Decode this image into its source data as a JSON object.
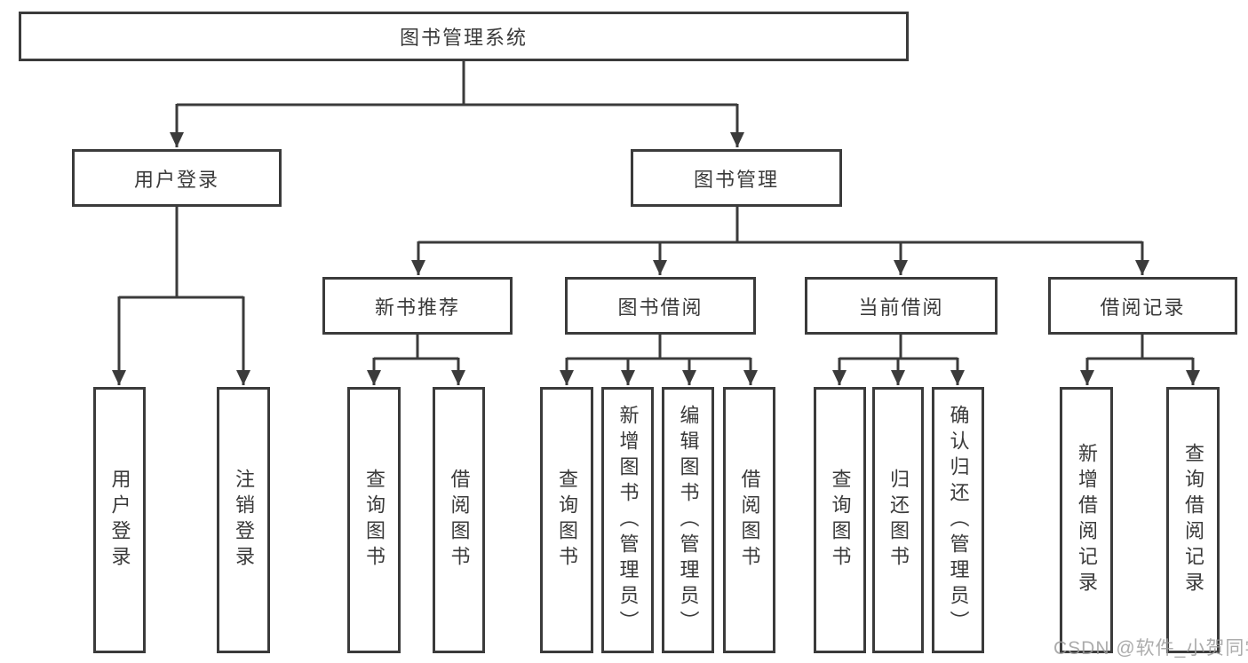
{
  "diagram": {
    "root": {
      "label": "图书管理系统"
    },
    "branches": [
      {
        "label": "用户登录",
        "children": [
          {
            "label": "用户登录"
          },
          {
            "label": "注销登录"
          }
        ]
      },
      {
        "label": "图书管理",
        "sections": [
          {
            "label": "新书推荐",
            "children": [
              {
                "label": "查询图书"
              },
              {
                "label": "借阅图书"
              }
            ]
          },
          {
            "label": "图书借阅",
            "children": [
              {
                "label": "查询图书"
              },
              {
                "label": "新增图书（管理员）"
              },
              {
                "label": "编辑图书（管理员）"
              },
              {
                "label": "借阅图书"
              }
            ]
          },
          {
            "label": "当前借阅",
            "children": [
              {
                "label": "查询图书"
              },
              {
                "label": "归还图书"
              },
              {
                "label": "确认归还（管理员）"
              }
            ]
          },
          {
            "label": "借阅记录",
            "children": [
              {
                "label": "新增借阅记录"
              },
              {
                "label": "查询借阅记录"
              }
            ]
          }
        ]
      }
    ]
  },
  "watermark": {
    "text": "CSDN @软件_小贺同学"
  },
  "colors": {
    "line": "#3b3b3b",
    "text": "#3a3a3a",
    "watermark": "#9e9e9e",
    "background": "#ffffff"
  }
}
